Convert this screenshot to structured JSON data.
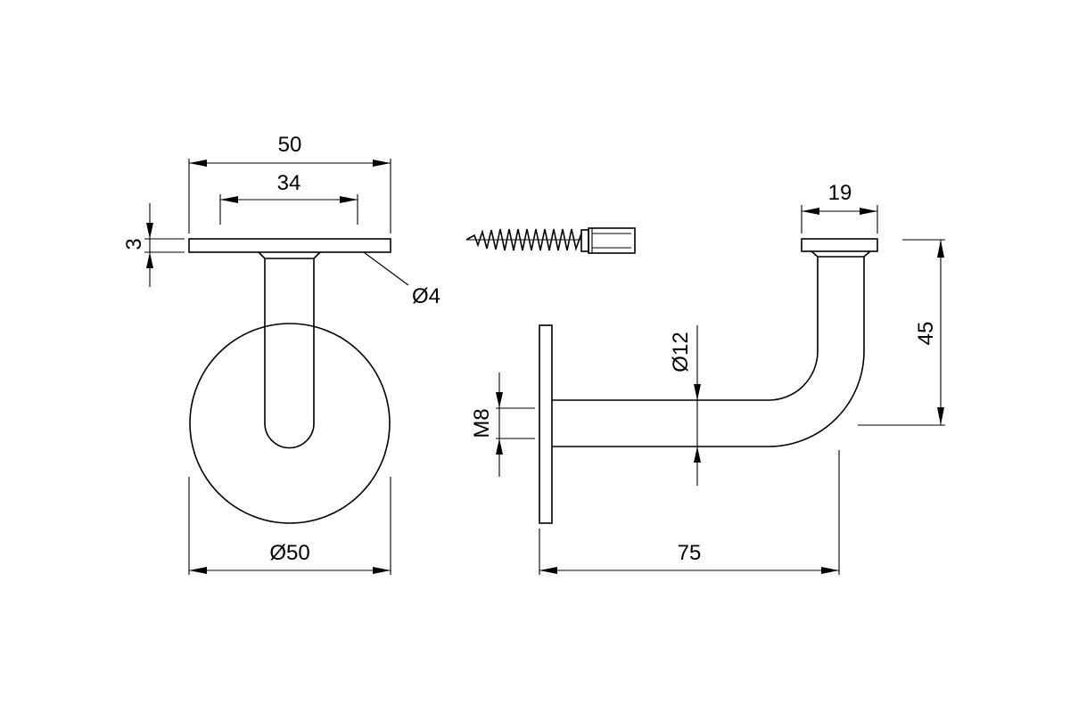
{
  "dimensions": {
    "plate_width": "50",
    "hole_spacing": "34",
    "plate_thickness": "3",
    "hole_diameter": "Ø4",
    "saddle_width": "19",
    "bar_diameter": "Ø12",
    "thread": "M8",
    "height": "45",
    "projection": "75",
    "rosette_diameter": "Ø50"
  }
}
